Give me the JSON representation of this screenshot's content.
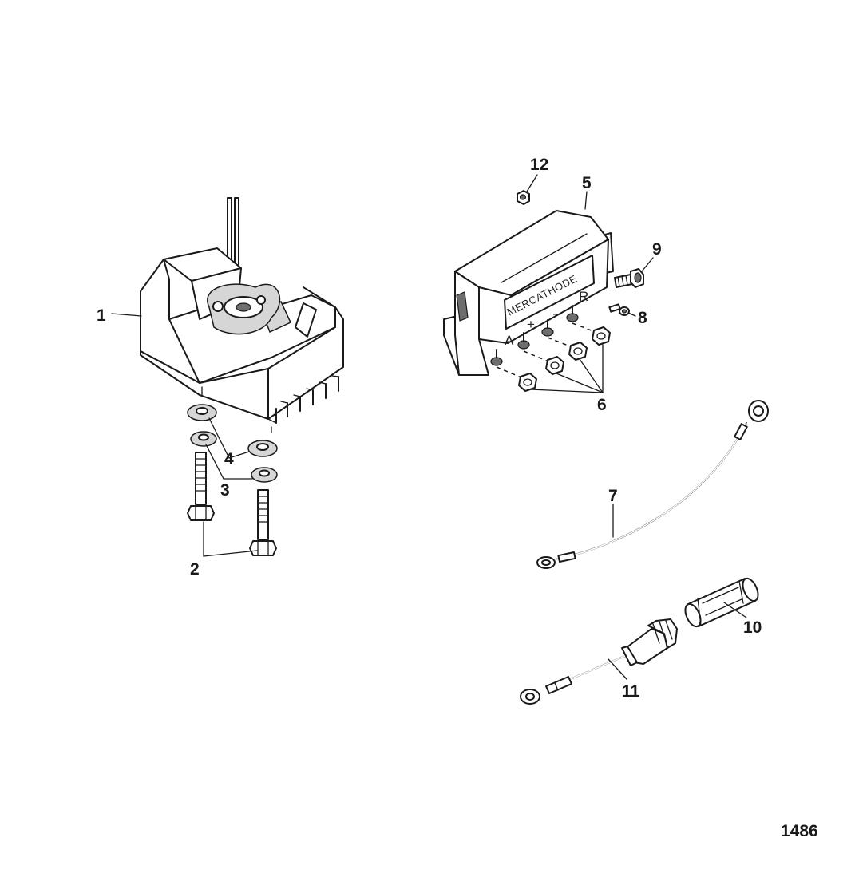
{
  "callouts": {
    "c1": "1",
    "c2": "2",
    "c3": "3",
    "c4": "4",
    "c5": "5",
    "c6": "6",
    "c7": "7",
    "c8": "8",
    "c9": "9",
    "c10": "10",
    "c11": "11",
    "c12": "12"
  },
  "module": {
    "brand_label": "MERCATHODE",
    "terminal_a": "A",
    "terminal_plus": "+",
    "terminal_minus": "–",
    "terminal_r": "R"
  },
  "figure_number": "1486"
}
